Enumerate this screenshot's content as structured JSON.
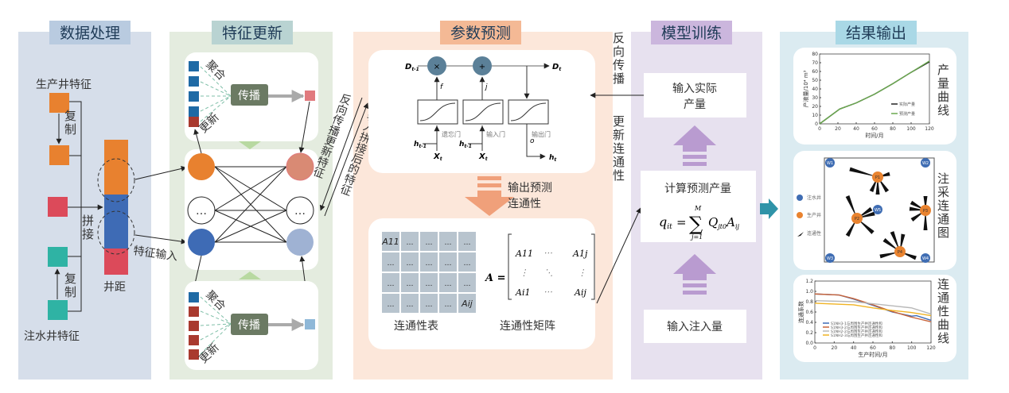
{
  "panels": {
    "data_processing": {
      "title": "数据处理",
      "producer_feature": "生产井特征",
      "injector_feature": "注水井特征",
      "copy": "复制",
      "concat": "拼接",
      "well_distance": "井距",
      "feature_input": "特征输入"
    },
    "feature_update": {
      "title": "特征更新",
      "aggregate": "聚合",
      "update": "更新",
      "propagate": "传播",
      "ellipsis": "…",
      "backprop_text": "反向传播更新特征",
      "input_concat_text": "输入拼接后的特征"
    },
    "param_predict": {
      "title": "参数预测",
      "lstm": {
        "d_prev": "D",
        "d_prev_sub": "t-1",
        "d_t": "D",
        "d_t_sub": "t",
        "mul": "×",
        "add": "+",
        "f": "f",
        "j": "j",
        "o": "o",
        "h_prev": "h",
        "h_prev_sub": "t-1",
        "x": "X",
        "x_sub": "t",
        "h_t": "h",
        "h_t_sub": "t",
        "forget_gate": "遗忘门",
        "input_gate": "输入门",
        "output_gate": "输出门"
      },
      "output_label_1": "输出预测",
      "output_label_2": "连通性",
      "table_first": "A11",
      "table_last": "Aij",
      "cell": "…",
      "matrix": {
        "lhs": "A =",
        "a11": "A11",
        "a1j": "A1j",
        "ai1": "Ai1",
        "aij": "Aij",
        "hdots": "⋯",
        "vdots": "⋮",
        "ddots": "⋱"
      },
      "table_caption": "连通性表",
      "matrix_caption": "连通性矩阵"
    },
    "model_training": {
      "title": "模型训练",
      "backprop": "反向传播",
      "update_conn": "更新连通性",
      "input_actual_1": "输入实际",
      "input_actual_2": "产量",
      "compute": "计算预测产量",
      "formula_lhs": "q",
      "formula_lhs_sub": "it",
      "formula_sum": "∑",
      "formula_top": "M",
      "formula_bottom": "j=1",
      "formula_rhs": "Q",
      "formula_rhs_sub": "jt0",
      "formula_a": "A",
      "formula_a_sub": "ij",
      "input_injection": "输入注入量"
    },
    "results": {
      "title": "结果输出",
      "prod_side": "产量曲线",
      "map_side": "注采连通图",
      "conn_side": "连通性曲线",
      "map": {
        "legend_injector": "注水井",
        "legend_producer": "生产井",
        "legend_conn": "连通性",
        "injectors": [
          "W1",
          "W2",
          "W5",
          "W3",
          "W4"
        ],
        "producers": [
          "P1",
          "P2",
          "P3",
          "P4"
        ],
        "injector_color": "#3f6db3",
        "producer_color": "#e9832f"
      }
    }
  },
  "colors": {
    "orange": "#e8812f",
    "blue": "#3e6bb5",
    "red": "#dc4a5a",
    "teal": "#2fb3a4",
    "green": "#6aa84f"
  },
  "chart_data": [
    {
      "type": "line",
      "xlabel": "时间/月",
      "ylabel": "产液量/10⁴ m³",
      "xlim": [
        0,
        120
      ],
      "ylim": [
        0,
        80
      ],
      "xticks": [
        0,
        20,
        40,
        60,
        80,
        100,
        120
      ],
      "yticks": [
        0,
        10,
        20,
        30,
        40,
        50,
        60,
        70,
        80
      ],
      "legend": "bottom-right",
      "series": [
        {
          "name": "实际产量",
          "color": "#222222",
          "x": [
            0,
            22,
            40,
            60,
            80,
            100,
            120
          ],
          "y": [
            0,
            17,
            24,
            34,
            46,
            59,
            71
          ]
        },
        {
          "name": "预测产量",
          "color": "#6aa84f",
          "x": [
            0,
            22,
            40,
            60,
            80,
            100,
            120
          ],
          "y": [
            0,
            17,
            24,
            34,
            46,
            59,
            72
          ]
        }
      ]
    },
    {
      "type": "line",
      "xlabel": "生产时间/月",
      "ylabel": "连通系数",
      "xlim": [
        0,
        120
      ],
      "ylim": [
        0,
        1.2
      ],
      "xticks": [
        0,
        20,
        40,
        60,
        80,
        100,
        120
      ],
      "yticks": [
        0,
        0.2,
        0.4,
        0.6,
        0.8,
        1.0,
        1.2
      ],
      "legend": "bottom-left",
      "series": [
        {
          "name": "S1NH3-1与周围生产井连通性和",
          "color": "#3e6bb5",
          "x": [
            0,
            25,
            40,
            60,
            80,
            100,
            105,
            120
          ],
          "y": [
            0.95,
            0.93,
            0.85,
            0.73,
            0.6,
            0.52,
            0.53,
            0.44
          ]
        },
        {
          "name": "S1NH3-2与周围生产井连通性和",
          "color": "#c8643a",
          "x": [
            0,
            25,
            40,
            60,
            80,
            100,
            120
          ],
          "y": [
            0.95,
            0.93,
            0.86,
            0.74,
            0.61,
            0.5,
            0.41
          ]
        },
        {
          "name": "S1NH2-2与周围生产井连通性和",
          "color": "#b8b8b8",
          "x": [
            0,
            40,
            60,
            80,
            100,
            120
          ],
          "y": [
            0.82,
            0.8,
            0.76,
            0.72,
            0.68,
            0.56
          ]
        },
        {
          "name": "S1NH2-3与周围生产井连通性和",
          "color": "#f0b324",
          "x": [
            0,
            40,
            60,
            80,
            100,
            120
          ],
          "y": [
            0.77,
            0.74,
            0.68,
            0.63,
            0.59,
            0.53
          ]
        }
      ]
    }
  ]
}
